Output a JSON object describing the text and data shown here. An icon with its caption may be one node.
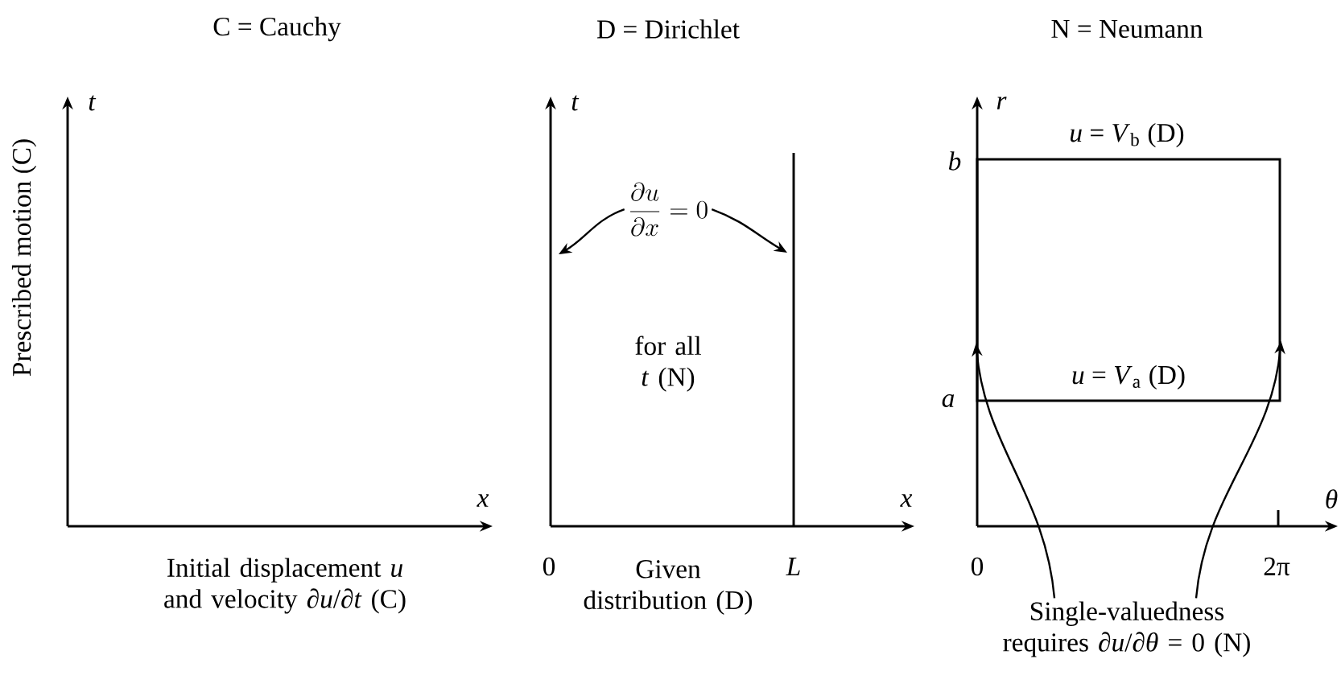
{
  "diagram": {
    "nodes": [
      {
        "text": [
          "\\frac{\\partial u}{\\partial x} = 0"
        ]
      },
      {
        "text": [
          "Single-valuedness requires ∂*u*/∂*θ* = 0 (N)"
        ]
      },
      {
        "text": [
          "*u* = *V*$_{a}$ (D)"
        ],
        "beside": [
          "*u* = *V*$_{b}$ (D)"
        ]
      }
    ],
    "edges": [
      {
        "from": 0,
        "to": null,
        "arrow": "to"
      },
      {
        "from": 0,
        "to": null,
        "arrow": "to"
      },
      {
        "from": 1,
        "to": 2,
        "arrow": "to"
      },
      {
        "from": 1,
        "to": 2,
        "arrow": "to"
      }
    ],
    "labels": [
      "C = Cauchy",
      "D = Dirichlet",
      "N = Neumann",
      "t",
      "t",
      "r",
      "b",
      "Prescribed motion (C)",
      "for all *t* (N)",
      "a",
      "x",
      "x",
      "θ",
      "Initial displacement *u* and velocity ∂*u*/∂*t* (C)",
      "0",
      "Given distribution (D)",
      "L",
      "0",
      "2π"
    ]
  }
}
